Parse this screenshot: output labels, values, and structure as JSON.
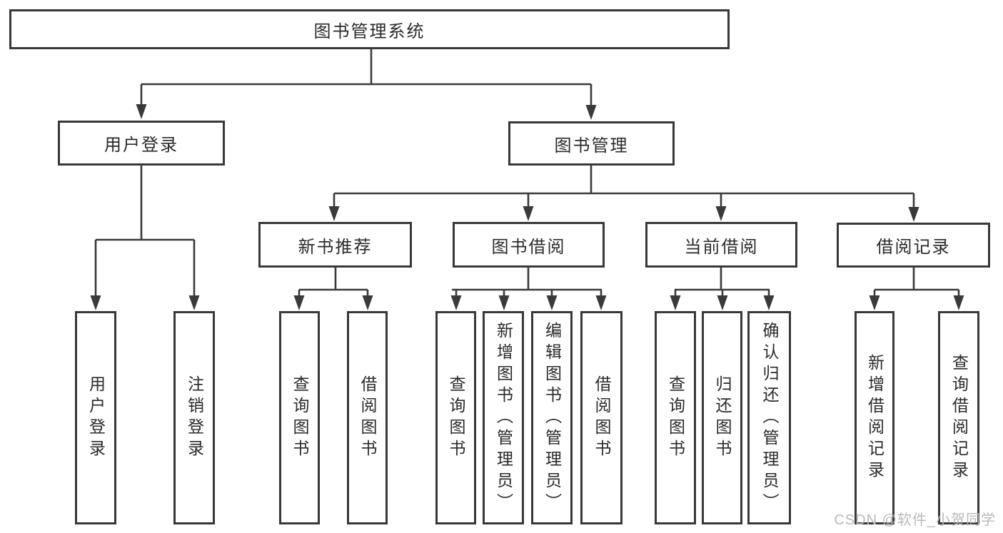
{
  "diagram": {
    "root": "图书管理系统",
    "branches": [
      {
        "label": "用户登录",
        "children": [
          "用户登录",
          "注销登录"
        ]
      },
      {
        "label": "图书管理",
        "children": [
          {
            "label": "新书推荐",
            "children": [
              "查询图书",
              "借阅图书"
            ]
          },
          {
            "label": "图书借阅",
            "children": [
              "查询图书",
              "新增图书（管理员）",
              "编辑图书（管理员）",
              "借阅图书"
            ]
          },
          {
            "label": "当前借阅",
            "children": [
              "查询图书",
              "归还图书",
              "确认归还（管理员）"
            ]
          },
          {
            "label": "借阅记录",
            "children": [
              "新增借阅记录",
              "查询借阅记录"
            ]
          }
        ]
      }
    ]
  },
  "watermark": "CSDN @软件_小贺同学",
  "colors": {
    "background": "#ffffff",
    "line": "#3a3a3a",
    "border": "#383838",
    "text": "#2a2a2a",
    "watermark": "#b9b9b9"
  }
}
